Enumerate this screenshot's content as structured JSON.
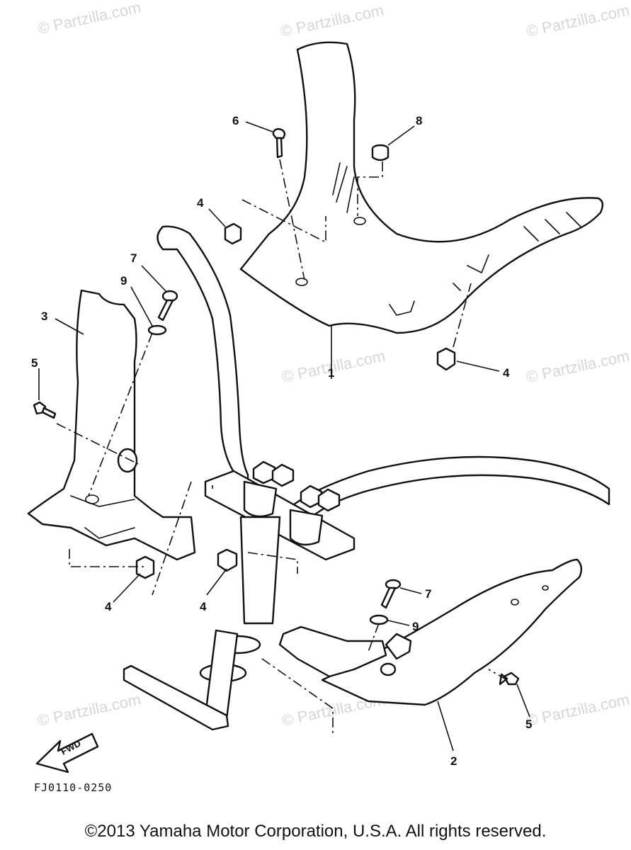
{
  "watermark": "© Partzilla.com",
  "callouts": [
    {
      "id": "c6",
      "label": "6"
    },
    {
      "id": "c8",
      "label": "8"
    },
    {
      "id": "c4a",
      "label": "4"
    },
    {
      "id": "c7a",
      "label": "7"
    },
    {
      "id": "c9a",
      "label": "9"
    },
    {
      "id": "c3",
      "label": "3"
    },
    {
      "id": "c5a",
      "label": "5"
    },
    {
      "id": "c1",
      "label": "1"
    },
    {
      "id": "c4b",
      "label": "4"
    },
    {
      "id": "c4c",
      "label": "4"
    },
    {
      "id": "c4d",
      "label": "4"
    },
    {
      "id": "c7b",
      "label": "7"
    },
    {
      "id": "c9b",
      "label": "9"
    },
    {
      "id": "c5b",
      "label": "5"
    },
    {
      "id": "c2",
      "label": "2"
    }
  ],
  "fwd_label": "FWD",
  "diagram_code": "FJ0110-0250",
  "copyright": "©2013  Yamaha Motor Corporation, U.S.A. All rights reserved."
}
